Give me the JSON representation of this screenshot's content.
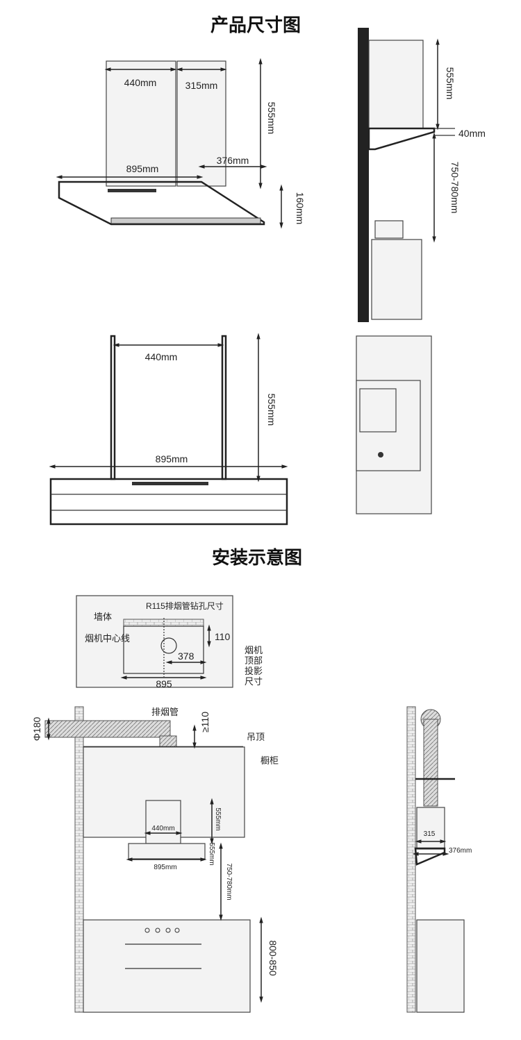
{
  "titles": {
    "product_dimensions": "产品尺寸图",
    "installation": "安装示意图"
  },
  "front_view": {
    "width_top": "440mm",
    "depth_top": "315mm",
    "height_chimney": "555mm",
    "width_body": "895mm",
    "depth_body": "376mm",
    "height_body": "160mm"
  },
  "side_view": {
    "height_chimney": "555mm",
    "thickness": "40mm",
    "height_above_stove": "750-780mm"
  },
  "front_view_2": {
    "width_top": "440mm",
    "height_chimney": "555mm",
    "width_body": "895mm"
  },
  "install_plan": {
    "title": "R115排烟管钻孔尺寸",
    "wall": "墙体",
    "center_line": "烟机中心线",
    "offset_v": "110",
    "offset_h": "378",
    "width": "895",
    "projection": "烟机顶部投影尺寸"
  },
  "install_front": {
    "pipe_diameter": "Φ180",
    "exhaust_pipe": "排烟管",
    "min_gap": "≥110",
    "ceiling": "吊顶",
    "cabinet": "橱柜",
    "chimney_height": "555mm",
    "chimney_width": "440mm",
    "body_width": "895mm",
    "body_height": "555mm",
    "stove_gap": "750-780mm",
    "counter_height": "800-850"
  },
  "install_side": {
    "depth_top": "315",
    "depth_body": "376mm"
  }
}
